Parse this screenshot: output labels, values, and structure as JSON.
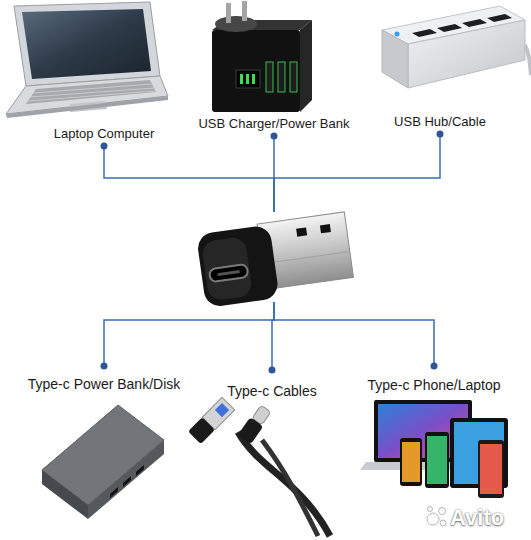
{
  "diagram": {
    "nodes": [
      {
        "text": [
          "Laptop Computer"
        ]
      },
      {
        "text": [
          "USB Charger/Power Bank"
        ]
      },
      {
        "text": [
          "USB Hub/Cable"
        ]
      },
      {
        "text": []
      },
      {
        "text": [
          "Type-c Power Bank/Disk"
        ]
      },
      {
        "text": [
          "Type-c Cables"
        ]
      },
      {
        "text": [
          "Type-c Phone/Laptop"
        ]
      }
    ],
    "edges": [
      {
        "from": 0,
        "to": 3,
        "arrow": "none"
      },
      {
        "from": 1,
        "to": 3,
        "arrow": "none"
      },
      {
        "from": 2,
        "to": 3,
        "arrow": "none"
      },
      {
        "from": 3,
        "to": 4,
        "arrow": "none"
      },
      {
        "from": 3,
        "to": 5,
        "arrow": "none"
      },
      {
        "from": 3,
        "to": 6,
        "arrow": "none"
      }
    ],
    "labels": [
      "Avito"
    ]
  }
}
